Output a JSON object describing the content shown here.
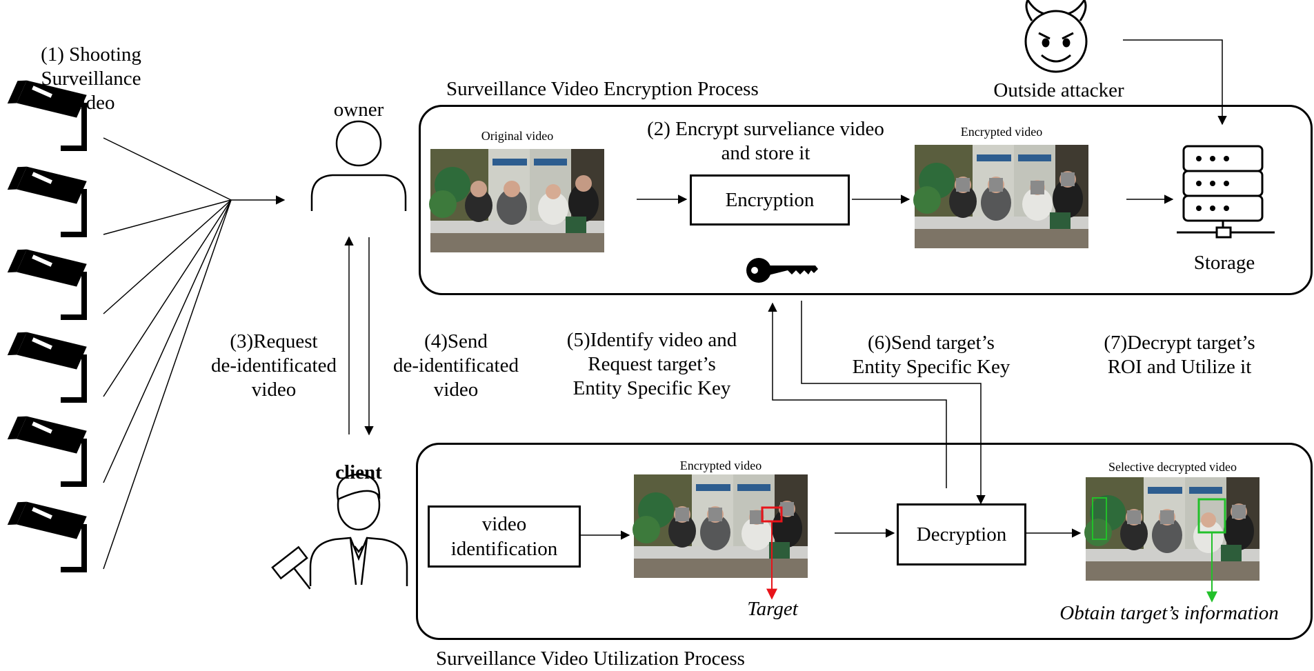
{
  "labels": {
    "shooting": "(1) Shooting\nSurveillance Video",
    "owner": "owner",
    "client": "client",
    "outside_attacker": "Outside attacker",
    "encryption_process": "Surveillance Video Encryption Process",
    "utilization_process": "Surveillance Video Utilization Process",
    "original_video": "Original video",
    "encrypted_video_top": "Encrypted video",
    "encrypted_video_bottom": "Encrypted video",
    "selective_decrypted_video": "Selective decrypted video",
    "storage": "Storage",
    "step2": "(2) Encrypt surveliance video\nand store it",
    "step3": "(3)Request\nde-identificated\nvideo",
    "step4": "(4)Send\nde-identificated\nvideo",
    "step5": "(5)Identify video and\nRequest target’s\nEntity Specific Key",
    "step6": "(6)Send target’s\nEntity Specific Key",
    "step7": "(7)Decrypt target’s\nROI and Utilize it",
    "target": "Target",
    "obtain": "Obtain target’s information"
  },
  "boxes": {
    "encryption": "Encryption",
    "decryption": "Decryption",
    "video_identification": "video\nidentification"
  },
  "icons": {
    "camera": "surveillance-camera-icon",
    "owner": "person-outline-icon",
    "client": "judge-with-gavel-icon",
    "attacker": "devil-face-icon",
    "storage": "server-storage-icon",
    "key": "key-icon",
    "video": "video-frame-thumbnail"
  },
  "colors": {
    "target_marker": "#e8141a",
    "decrypted_marker": "#22c02a",
    "line": "#000000"
  }
}
